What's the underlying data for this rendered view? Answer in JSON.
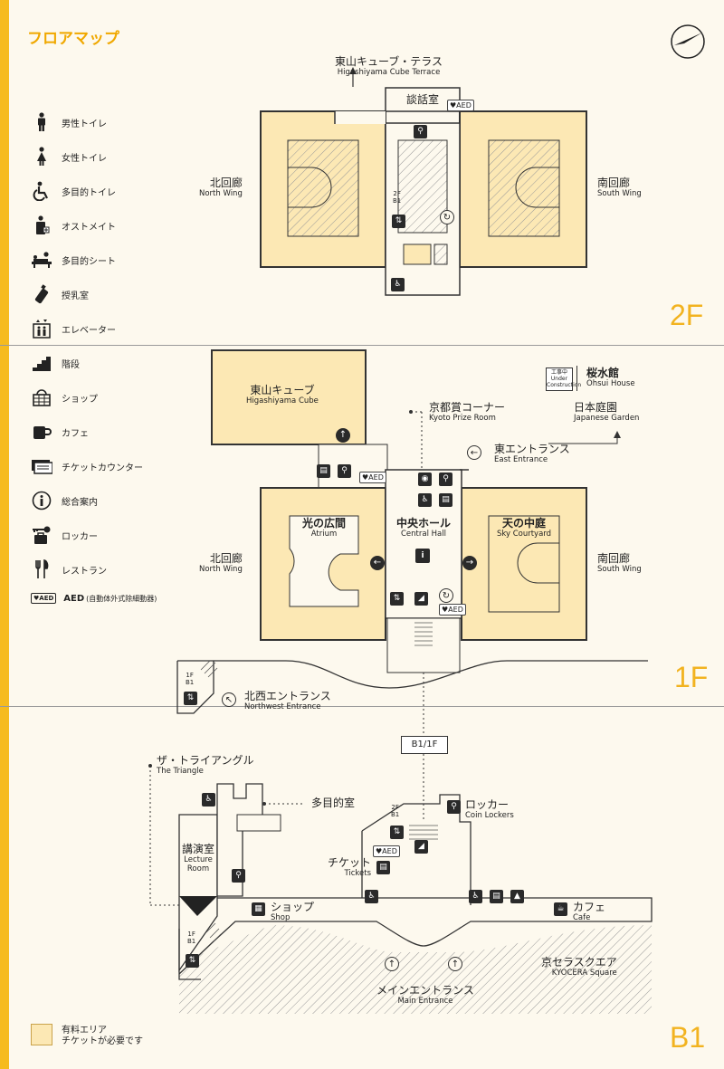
{
  "title": "フロアマップ",
  "floors": {
    "f2": "2F",
    "f1": "1F",
    "b1": "B1"
  },
  "legend": [
    {
      "icon": "mens-toilet-icon",
      "label": "男性トイレ"
    },
    {
      "icon": "womens-toilet-icon",
      "label": "女性トイレ"
    },
    {
      "icon": "accessible-toilet-icon",
      "label": "多目的トイレ"
    },
    {
      "icon": "ostomate-icon",
      "label": "オストメイト"
    },
    {
      "icon": "multipurpose-seat-icon",
      "label": "多目的シート"
    },
    {
      "icon": "nursing-room-icon",
      "label": "授乳室"
    },
    {
      "icon": "elevator-icon",
      "label": "エレベーター"
    },
    {
      "icon": "stairs-icon",
      "label": "階段"
    },
    {
      "icon": "shop-icon",
      "label": "ショップ"
    },
    {
      "icon": "cafe-icon",
      "label": "カフェ"
    },
    {
      "icon": "ticket-counter-icon",
      "label": "チケットカウンター"
    },
    {
      "icon": "information-icon",
      "label": "総合案内"
    },
    {
      "icon": "locker-icon",
      "label": "ロッカー"
    },
    {
      "icon": "restaurant-icon",
      "label": "レストラン"
    },
    {
      "icon": "aed-icon",
      "label": "AED",
      "sub": "(自動体外式除細動器)",
      "badge": "AED"
    }
  ],
  "paid_area": {
    "line1": "有料エリア",
    "line2": "チケットが必要です"
  },
  "labels2f": {
    "terrace_jp": "東山キューブ・テラス",
    "terrace_en": "Higashiyama Cube Terrace",
    "meeting": "談話室",
    "aed": "AED",
    "north_jp": "北回廊",
    "north_en": "North Wing",
    "south_jp": "南回廊",
    "south_en": "South Wing",
    "elev_floors": "2F\nB1"
  },
  "labels1f": {
    "cube_jp": "東山キューブ",
    "cube_en": "Higashiyama Cube",
    "prize_jp": "京都賞コーナー",
    "prize_en": "Kyoto Prize Room",
    "under_construction_jp": "工事中",
    "under_construction_en": "Under Construction",
    "ohsui_jp": "桜水館",
    "ohsui_en": "Ohsui House",
    "garden_jp": "日本庭園",
    "garden_en": "Japanese Garden",
    "east_jp": "東エントランス",
    "east_en": "East Entrance",
    "aed": "AED",
    "atrium_jp": "光の広間",
    "atrium_en": "Atrium",
    "central_jp": "中央ホール",
    "central_en": "Central Hall",
    "sky_jp": "天の中庭",
    "sky_en": "Sky Courtyard",
    "north_jp": "北回廊",
    "north_en": "North Wing",
    "south_jp": "南回廊",
    "south_en": "South Wing",
    "nw_jp": "北西エントランス",
    "nw_en": "Northwest Entrance",
    "elev_floors": "1F\nB1"
  },
  "labelsb1": {
    "connector": "B1/1F",
    "triangle_jp": "ザ・トライアングル",
    "triangle_en": "The Triangle",
    "multi_room": "多目的室",
    "locker_jp": "ロッカー",
    "locker_en": "Coin Lockers",
    "lecture_jp": "講演室",
    "lecture_en": "Lecture\nRoom",
    "ticket_jp": "チケット",
    "ticket_en": "Tickets",
    "aed": "AED",
    "shop_jp": "ショップ",
    "shop_en": "Shop",
    "cafe_jp": "カフェ",
    "cafe_en": "Cafe",
    "square_jp": "京セラスクエア",
    "square_en": "KYOCERA Square",
    "main_jp": "メインエントランス",
    "main_en": "Main Entrance",
    "elev_floors_a": "2F\nB1",
    "elev_floors_b": "1F\nB1"
  },
  "colors": {
    "accent": "#f6bb1e",
    "paid": "#fce8b4",
    "background": "#fdf9ee",
    "icon": "#2a2a2a"
  }
}
